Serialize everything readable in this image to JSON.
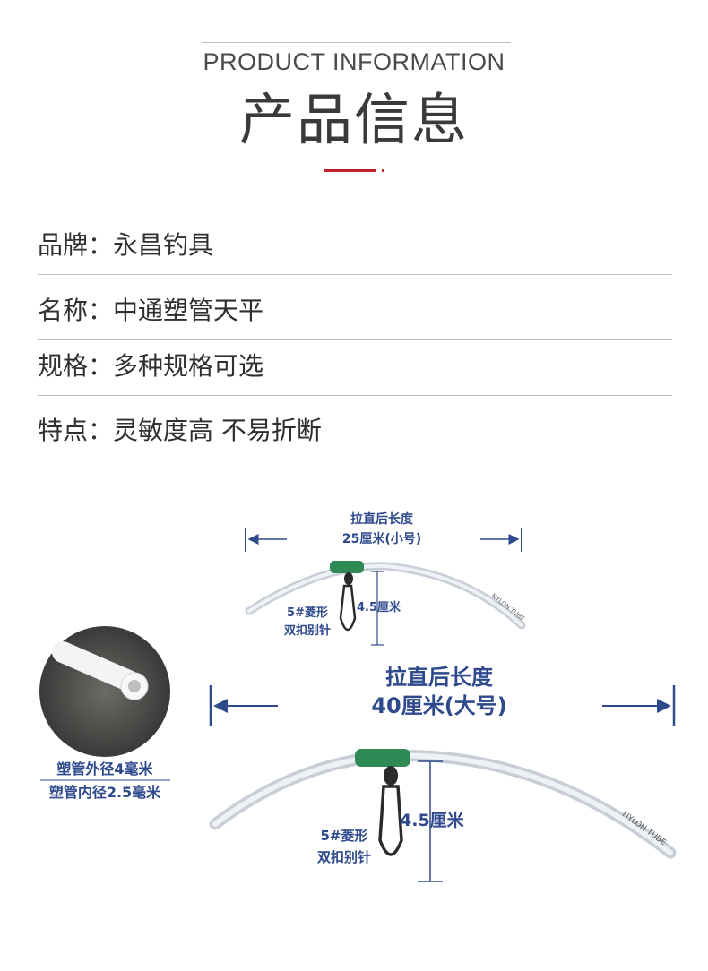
{
  "header": {
    "en_title": "PRODUCT INFORMATION",
    "cn_title": "产品信息",
    "accent_color": "#c0242a"
  },
  "info_rows": [
    {
      "text": "品牌：永昌钓具"
    },
    {
      "text": "名称：中通塑管天平"
    },
    {
      "text": "规格：多种规格可选"
    },
    {
      "text": "特点：灵敏度高 不易折断"
    }
  ],
  "diagram": {
    "label_color": "#2e4a8c",
    "small": {
      "length_line1": "拉直后长度",
      "length_line2": "25厘米(小号)",
      "height": "4.5厘米",
      "clip_line1": "5#菱形",
      "clip_line2": "双扣别针",
      "tube_print": "NYLON TUBE"
    },
    "large": {
      "length_line1": "拉直后长度",
      "length_line2": "40厘米(大号)",
      "height": "4.5厘米",
      "clip_line1": "5#菱形",
      "clip_line2": "双扣别针",
      "tube_print": "NYLON TUBE"
    },
    "tube_spec": {
      "outer": "塑管外径4毫米",
      "inner": "塑管内径2.5毫米"
    }
  }
}
